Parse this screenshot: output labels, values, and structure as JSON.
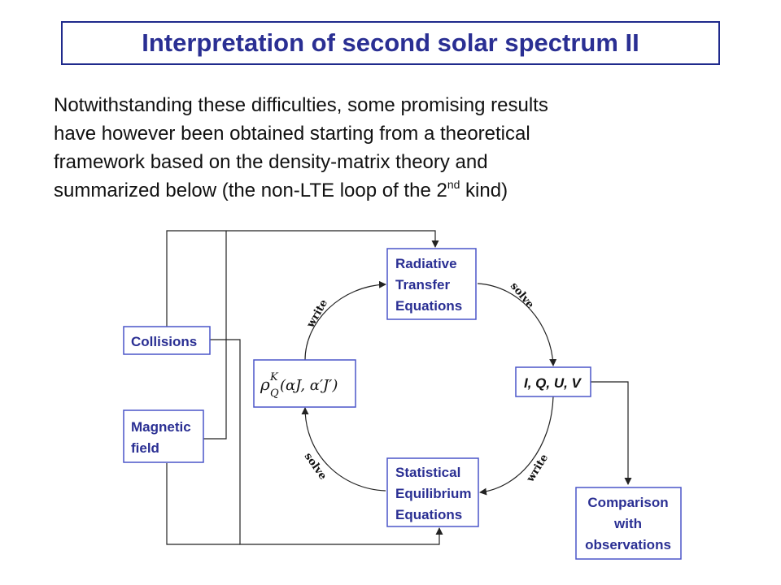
{
  "title": "Interpretation of second solar spectrum II",
  "paragraph": {
    "line1": "Notwithstanding these difficulties, some promising results",
    "line2": "have however been obtained starting from a theoretical",
    "line3": "framework based on the density-matrix theory and",
    "line4_pre": "summarized below (the non-LTE loop of the 2",
    "line4_sup": "nd",
    "line4_post": " kind)"
  },
  "diagram": {
    "rte": [
      "Radiative",
      "Transfer",
      "Equations"
    ],
    "stokes": "I, Q, U, V",
    "see": [
      "Statistical",
      "Equilibrium",
      "Equations"
    ],
    "density_matrix": "ρ",
    "dm_sup": "K",
    "dm_sub": "Q",
    "dm_args": "(αJ, α′J′)",
    "collisions": "Collisions",
    "magnetic": [
      "Magnetic",
      "field"
    ],
    "comparison": [
      "Comparison",
      "with",
      "observations"
    ],
    "arc_write_top": "write",
    "arc_solve_top": "solve",
    "arc_write_bottom": "write",
    "arc_solve_bottom": "solve"
  },
  "colors": {
    "title": "#2a2f93",
    "box_border": "#4a55c8",
    "text": "#111111"
  }
}
